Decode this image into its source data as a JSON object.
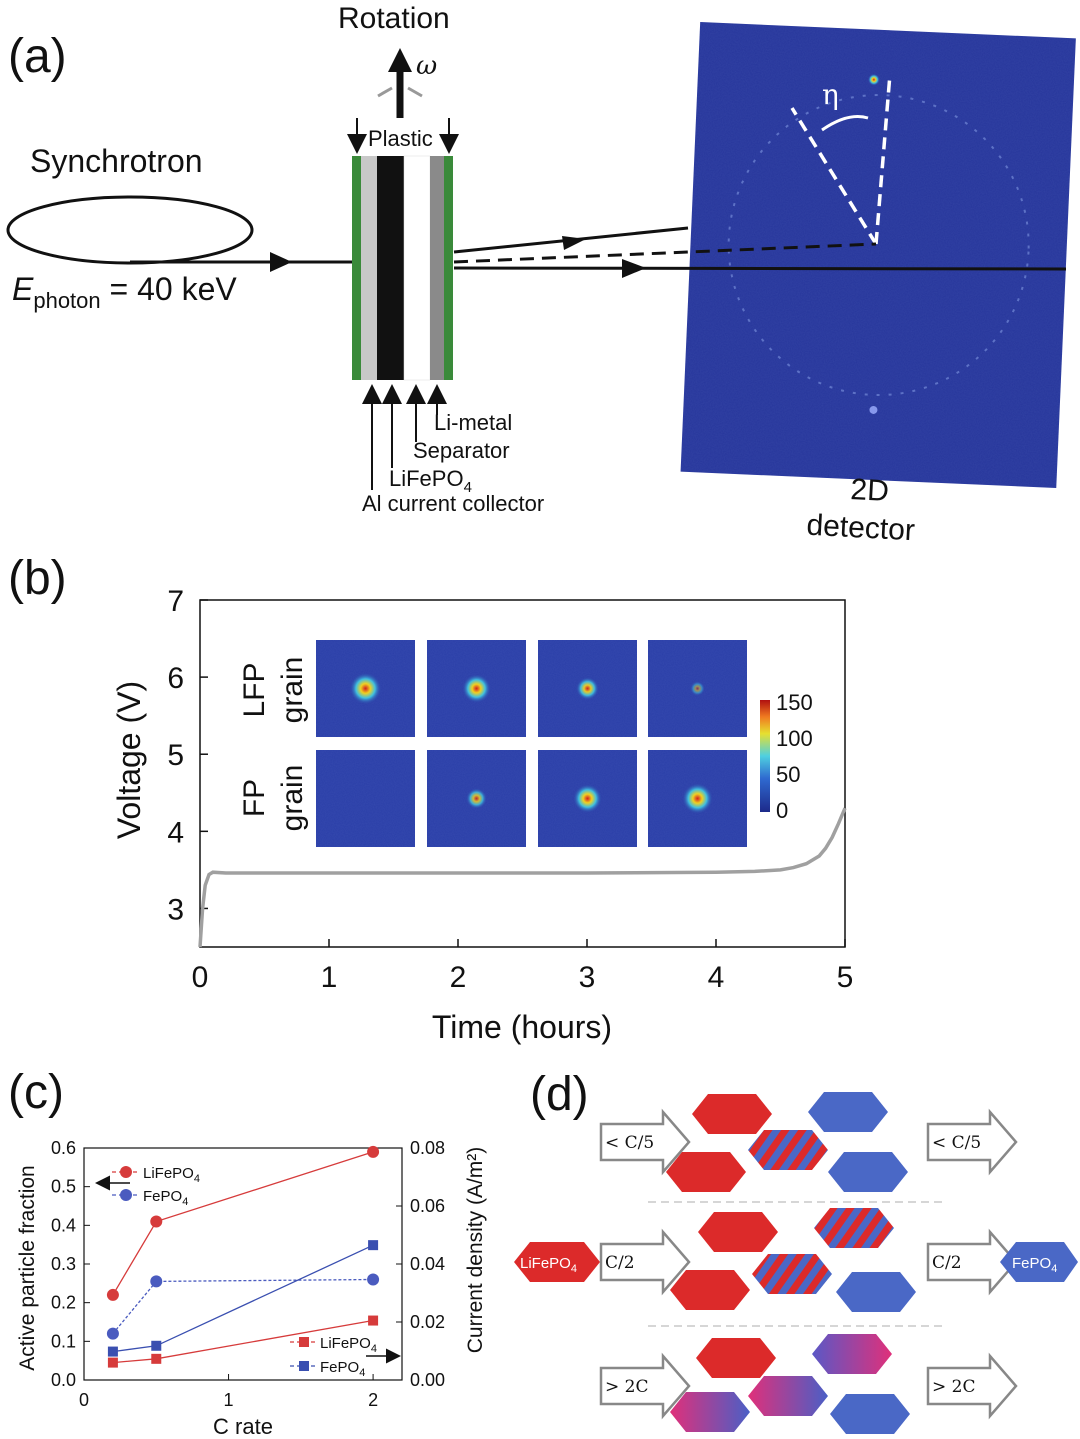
{
  "panel_a": {
    "label": "(a)",
    "rotation": "Rotation",
    "omega": "ω",
    "synchrotron": "Synchrotron",
    "energy": {
      "E": "E",
      "sub": "photon",
      "rest": " = 40 keV"
    },
    "plastic": "Plastic",
    "li_metal": "Li-metal",
    "separator": "Separator",
    "lifepo": {
      "main": "LiFePO",
      "sub": "4"
    },
    "al_collector": "Al current collector",
    "eta": "η",
    "detector_line1": "2D",
    "detector_line2": "detector",
    "colors": {
      "green": "#3a8a3a",
      "light_gray": "#c8c8c8",
      "black": "#111111",
      "detector_blue": "#25349a"
    }
  },
  "panel_b": {
    "label": "(b)",
    "row_labels": [
      [
        "LFP",
        "grain"
      ],
      [
        "FP",
        "grain"
      ]
    ],
    "colorbar_ticks": [
      "150",
      "100",
      "50",
      "0"
    ],
    "map_intensity": {
      "LFP": [
        1.0,
        0.85,
        0.55,
        0.15
      ],
      "FP": [
        0.0,
        0.45,
        0.85,
        0.95
      ]
    },
    "chart_data": {
      "type": "line",
      "xlabel": "Time (hours)",
      "ylabel": "Voltage (V)",
      "xlim": [
        0,
        5
      ],
      "ylim": [
        2.5,
        7
      ],
      "xticks": [
        "0",
        "1",
        "2",
        "3",
        "4",
        "5"
      ],
      "yticks": [
        "3",
        "4",
        "5",
        "6",
        "7"
      ],
      "series": [
        {
          "color": "#a0a0a0",
          "x": [
            0,
            0.02,
            0.04,
            0.07,
            0.1,
            0.2,
            0.5,
            1,
            2,
            3,
            4,
            4.3,
            4.5,
            4.6,
            4.7,
            4.8,
            4.85,
            4.9,
            4.95,
            5.0
          ],
          "y": [
            2.5,
            3.0,
            3.3,
            3.44,
            3.47,
            3.46,
            3.46,
            3.46,
            3.46,
            3.46,
            3.47,
            3.48,
            3.5,
            3.53,
            3.58,
            3.68,
            3.78,
            3.92,
            4.1,
            4.3
          ]
        }
      ]
    }
  },
  "panel_c": {
    "label": "(c)",
    "chart_data": {
      "type": "scatter",
      "xlabel": "C rate",
      "ylabel_left": "Active particle fraction",
      "ylabel_right": "Current density (A/m²)",
      "xlim": [
        0,
        2.2
      ],
      "ylim_left": [
        0,
        0.6
      ],
      "ylim_right": [
        0,
        0.08
      ],
      "xticks": [
        "0",
        "1",
        "2"
      ],
      "yticks_left": [
        "0.0",
        "0.1",
        "0.2",
        "0.3",
        "0.4",
        "0.5",
        "0.6"
      ],
      "yticks_right": [
        "0.00",
        "0.02",
        "0.04",
        "0.06",
        "0.08"
      ],
      "series": [
        {
          "name": "LiFePO4",
          "marker": "circle",
          "axis": "left",
          "color": "#d63b3b",
          "x": [
            0.2,
            0.5,
            2.0
          ],
          "y": [
            0.22,
            0.41,
            0.59
          ]
        },
        {
          "name": "FePO4",
          "marker": "circle",
          "axis": "left",
          "color": "#4a5bbf",
          "x": [
            0.2,
            0.5,
            2.0
          ],
          "y": [
            0.12,
            0.255,
            0.26
          ]
        },
        {
          "name": "LiFePO4",
          "marker": "square",
          "axis": "right",
          "color": "#d63b3b",
          "x": [
            0.2,
            0.5,
            2.0
          ],
          "y": [
            0.006,
            0.0073,
            0.0205
          ]
        },
        {
          "name": "FePO4",
          "marker": "square",
          "axis": "right",
          "color": "#3a4fb0",
          "x": [
            0.2,
            0.5,
            2.0
          ],
          "y": [
            0.0098,
            0.0118,
            0.0465
          ]
        }
      ]
    },
    "legend": {
      "lfp_main": "LiFePO",
      "lfp_sub": "4",
      "fp_main": "FePO",
      "fp_sub": "4"
    }
  },
  "panel_d": {
    "label": "(d)",
    "rows": [
      {
        "in_label": "< C/5",
        "out_label": "< C/5"
      },
      {
        "in_label": "C/2",
        "out_label": "C/2"
      },
      {
        "in_label": "> 2C",
        "out_label": "> 2C"
      }
    ],
    "left_hex": {
      "main": "LiFePO",
      "sub": "4"
    },
    "right_hex": {
      "main": "FePO",
      "sub": "4"
    },
    "colors": {
      "red": "#dc2a2a",
      "blue": "#4a68c6",
      "purple": "#8b3fa8",
      "pink": "#e0307a"
    }
  }
}
